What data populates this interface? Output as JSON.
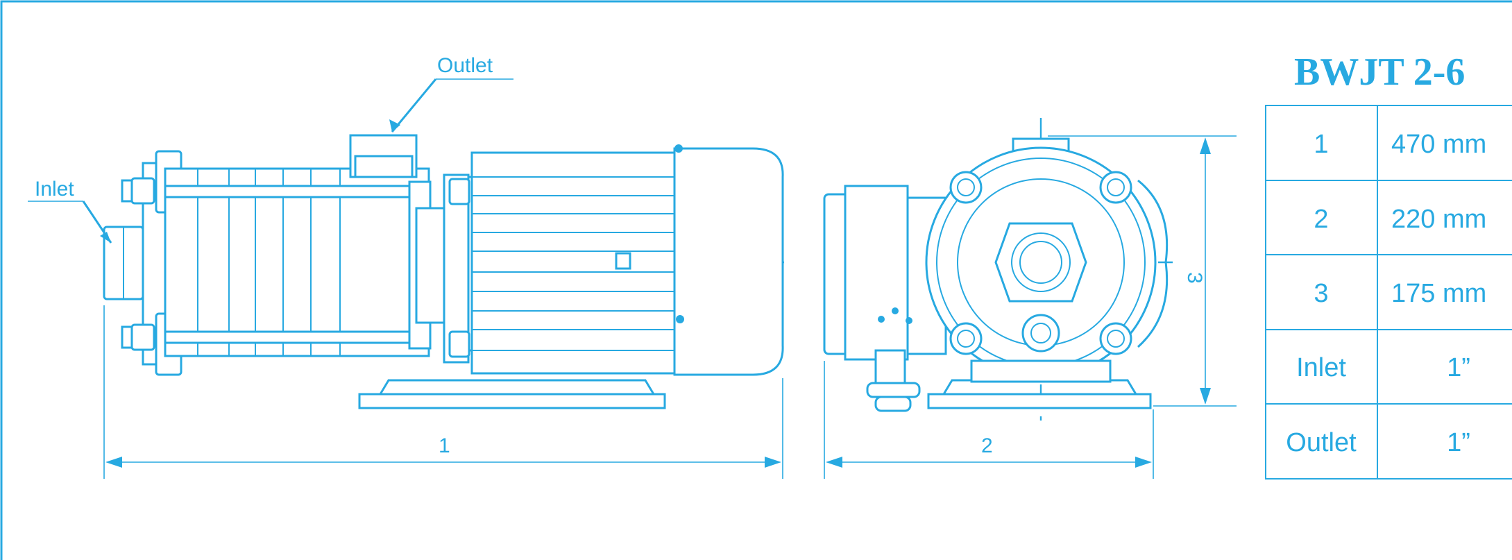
{
  "model_title": "BWJT 2-6",
  "labels": {
    "outlet": "Outlet",
    "inlet": "Inlet",
    "dim1": "1",
    "dim2": "2",
    "dim3": "3"
  },
  "table": {
    "rows": [
      {
        "key": "1",
        "value": "470 mm"
      },
      {
        "key": "2",
        "value": "220 mm"
      },
      {
        "key": "3",
        "value": "175 mm"
      },
      {
        "key": "Inlet",
        "value": "1”"
      },
      {
        "key": "Outlet",
        "value": "1”"
      }
    ]
  },
  "colors": {
    "line": "#27a9e1",
    "background": "#ffffff"
  }
}
